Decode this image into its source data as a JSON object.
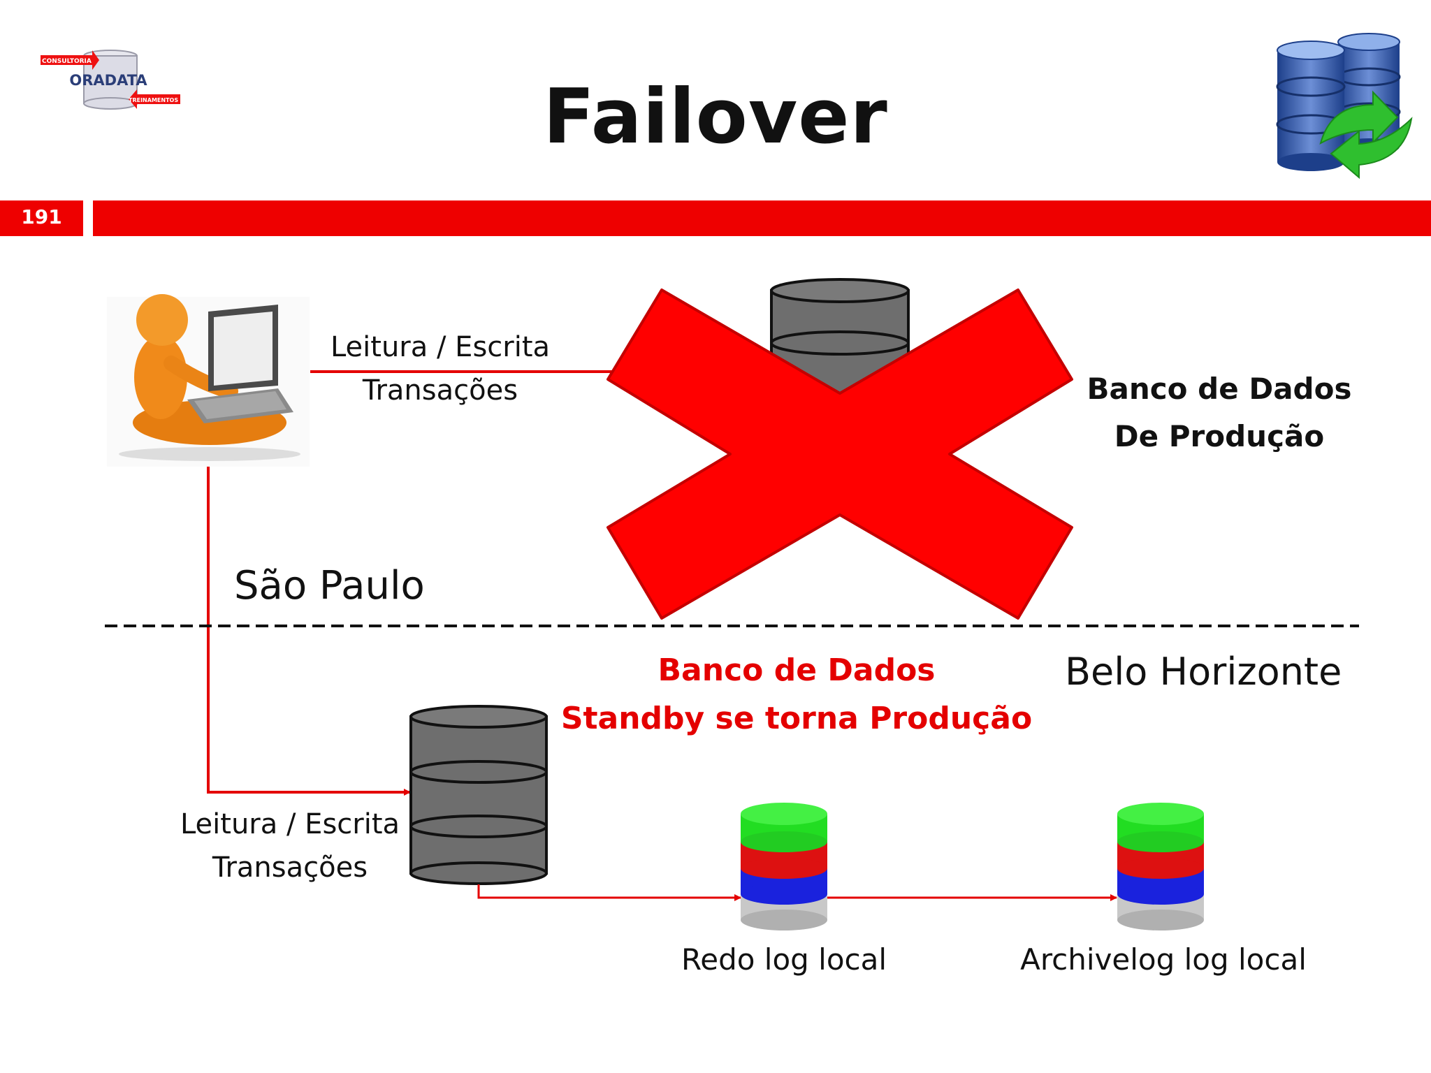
{
  "slide": {
    "title": "Failover",
    "number": "191"
  },
  "logo": {
    "top_text": "CONSULTORIA",
    "name": "ORADATA",
    "bottom_text": "TREINAMENTOS"
  },
  "site_top": {
    "region": "São Paulo",
    "link_line1": "Leitura / Escrita",
    "link_line2": "Transações",
    "db_line1": "Banco de Dados",
    "db_line2": "De Produção"
  },
  "site_bottom": {
    "region": "Belo Horizonte",
    "link_line1": "Leitura / Escrita",
    "link_line2": "Transações",
    "standby_line1": "Banco de Dados",
    "standby_line2": "Standby se torna Produção",
    "redo_label": "Redo log local",
    "archive_label": "Archivelog log local"
  },
  "colors": {
    "accent_red": "#ee0000",
    "db_gray": "#6e6e6e",
    "log_green": "#22dd22",
    "log_red": "#dd1111",
    "log_blue": "#1a22dd",
    "log_gray": "#c8c8c8",
    "user_orange": "#f08a1a"
  }
}
